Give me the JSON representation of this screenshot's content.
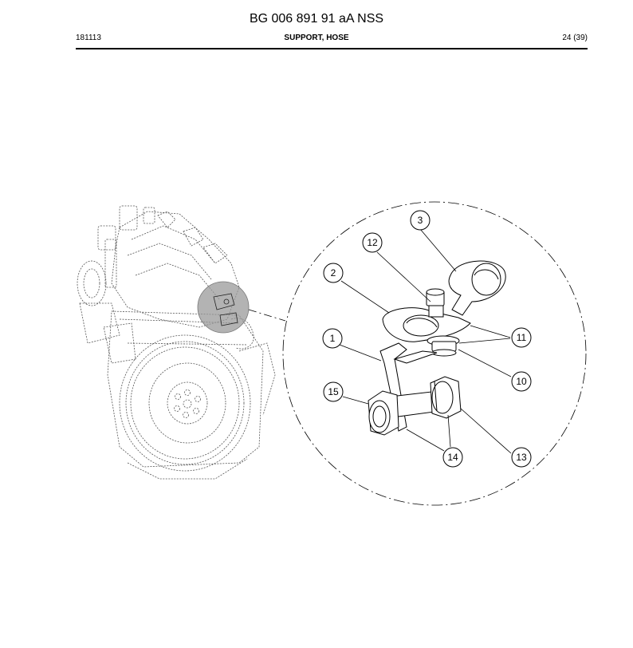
{
  "header": {
    "doc_title": "BG 006 891 91 aA NSS",
    "date_code": "181113",
    "section_title": "SUPPORT, HOSE",
    "page_number": "24 (39)"
  },
  "callouts": {
    "c1": "1",
    "c2": "2",
    "c3": "3",
    "c10": "10",
    "c11": "11",
    "c12": "12",
    "c13": "13",
    "c14": "14",
    "c15": "15"
  }
}
